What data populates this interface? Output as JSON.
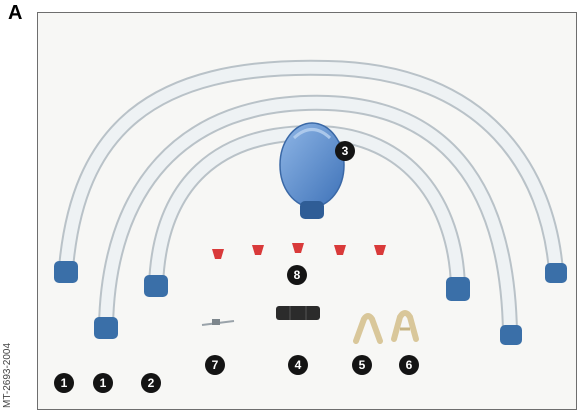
{
  "panel_label": "A",
  "image_code": "MT-2693-2004",
  "callouts": [
    "1",
    "1",
    "2",
    "3",
    "4",
    "5",
    "6",
    "7",
    "8"
  ],
  "colors": {
    "tube": "#e6ebee",
    "tube_edge": "#b9c2c8",
    "connector": "#3a6fa8",
    "bag": "#5b8fd0",
    "valve": "#d93a3a",
    "clamp": "#d9c79a",
    "badge": "#141414"
  }
}
